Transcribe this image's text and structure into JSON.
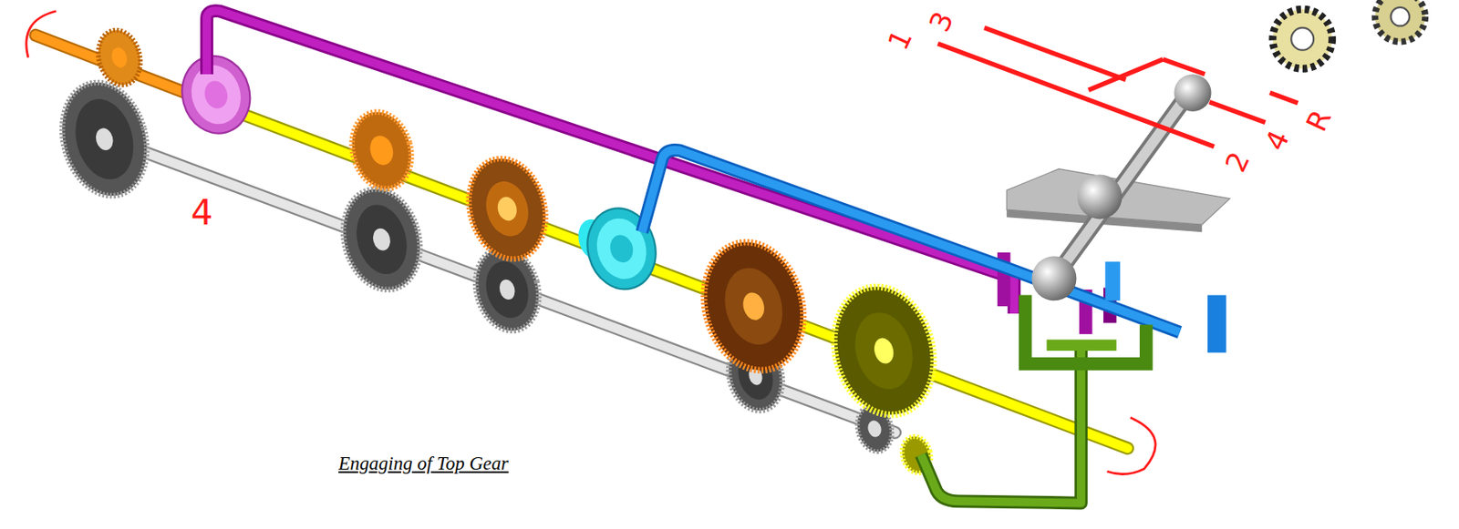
{
  "diagram": {
    "caption": "Engaging of Top Gear",
    "labels": [
      "1",
      "3",
      "2",
      "4",
      "R",
      "4"
    ]
  }
}
